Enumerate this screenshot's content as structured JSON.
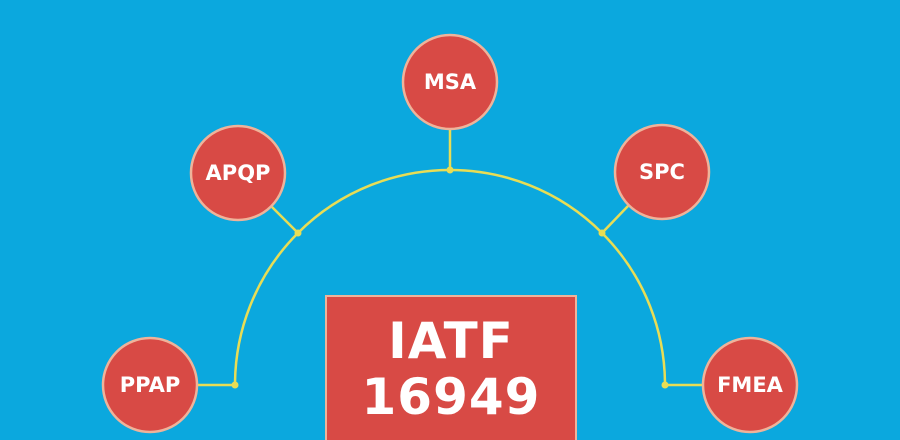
{
  "diagram": {
    "center": {
      "line1": "IATF",
      "line2": "16949"
    },
    "nodes": [
      {
        "id": "ppap",
        "label": "PPAP"
      },
      {
        "id": "apqp",
        "label": "APQP"
      },
      {
        "id": "msa",
        "label": "MSA"
      },
      {
        "id": "spc",
        "label": "SPC"
      },
      {
        "id": "fmea",
        "label": "FMEA"
      }
    ]
  },
  "colors": {
    "background": "#0ba8de",
    "node_fill": "#d84a45",
    "node_border": "#efb39a",
    "connector": "#e8dd55"
  }
}
